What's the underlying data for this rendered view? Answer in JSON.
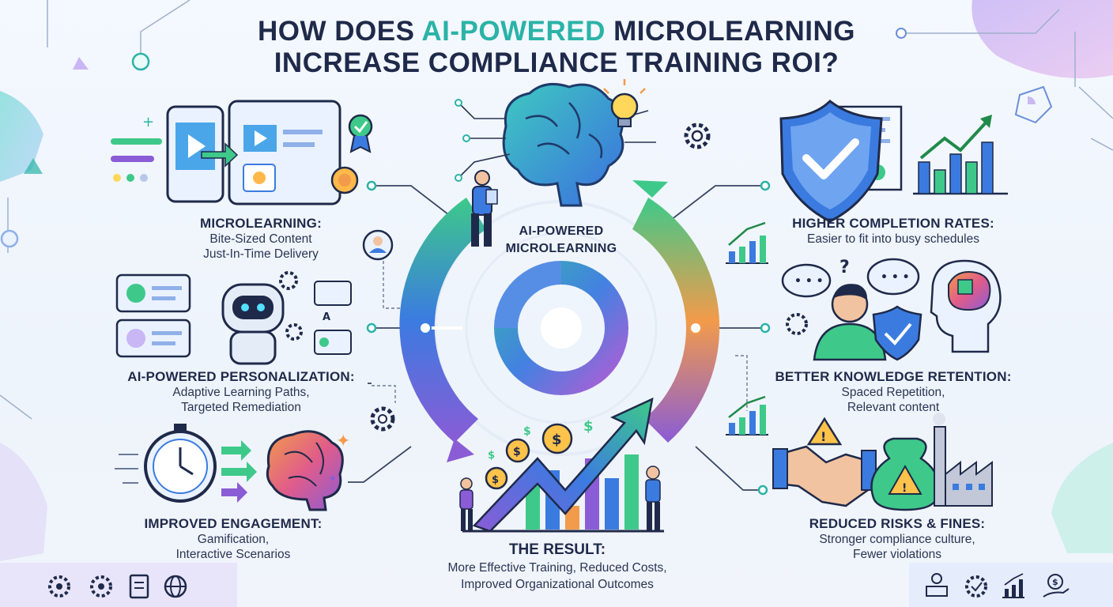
{
  "title": {
    "line1_prefix": "HOW DOES ",
    "line1_accent": "AI-POWERED",
    "line1_suffix": " MICROLEARNING",
    "line2": "INCREASE COMPLIANCE TRAINING ROI?"
  },
  "center": {
    "line1": "AI-POWERED",
    "line2": "MICROLEARNING"
  },
  "left": {
    "microlearning": {
      "heading": "MICROLEARNING:",
      "lines": [
        "Bite-Sized Content",
        "Just-In-Time Delivery"
      ]
    },
    "personalization": {
      "heading": "AI-POWERED PERSONALIZATION:",
      "lines": [
        "Adaptive Learning Paths,",
        "Targeted Remediation"
      ]
    },
    "engagement": {
      "heading": "IMPROVED ENGAGEMENT:",
      "lines": [
        "Gamification,",
        "Interactive Scenarios"
      ]
    }
  },
  "right": {
    "completion": {
      "heading": "HIGHER COMPLETION RATES:",
      "lines": [
        "Easier to fit into busy schedules"
      ]
    },
    "retention": {
      "heading": "BETTER KNOWLEDGE RETENTION:",
      "lines": [
        "Spaced Repetition,",
        "Relevant content"
      ]
    },
    "risks": {
      "heading": "REDUCED RISKS & FINES:",
      "lines": [
        "Stronger compliance culture,",
        "Fewer violations"
      ]
    }
  },
  "result": {
    "heading": "THE RESULT:",
    "lines": [
      "More Effective Training, Reduced Costs,",
      "Improved Organizational Outcomes"
    ]
  },
  "icons": {
    "bottom_left": [
      "gear-icon",
      "gear-icon",
      "certificate-icon",
      "globe-icon"
    ],
    "bottom_right": [
      "person-laptop-icon",
      "gear-check-icon",
      "bar-chart-icon",
      "hand-coin-icon"
    ]
  },
  "colors": {
    "accent_teal": "#2bb3a7",
    "blue": "#3b7be0",
    "purple": "#8a5cd6",
    "green": "#3ec98a",
    "orange": "#f29b4a",
    "navy": "#1f2a4a"
  }
}
